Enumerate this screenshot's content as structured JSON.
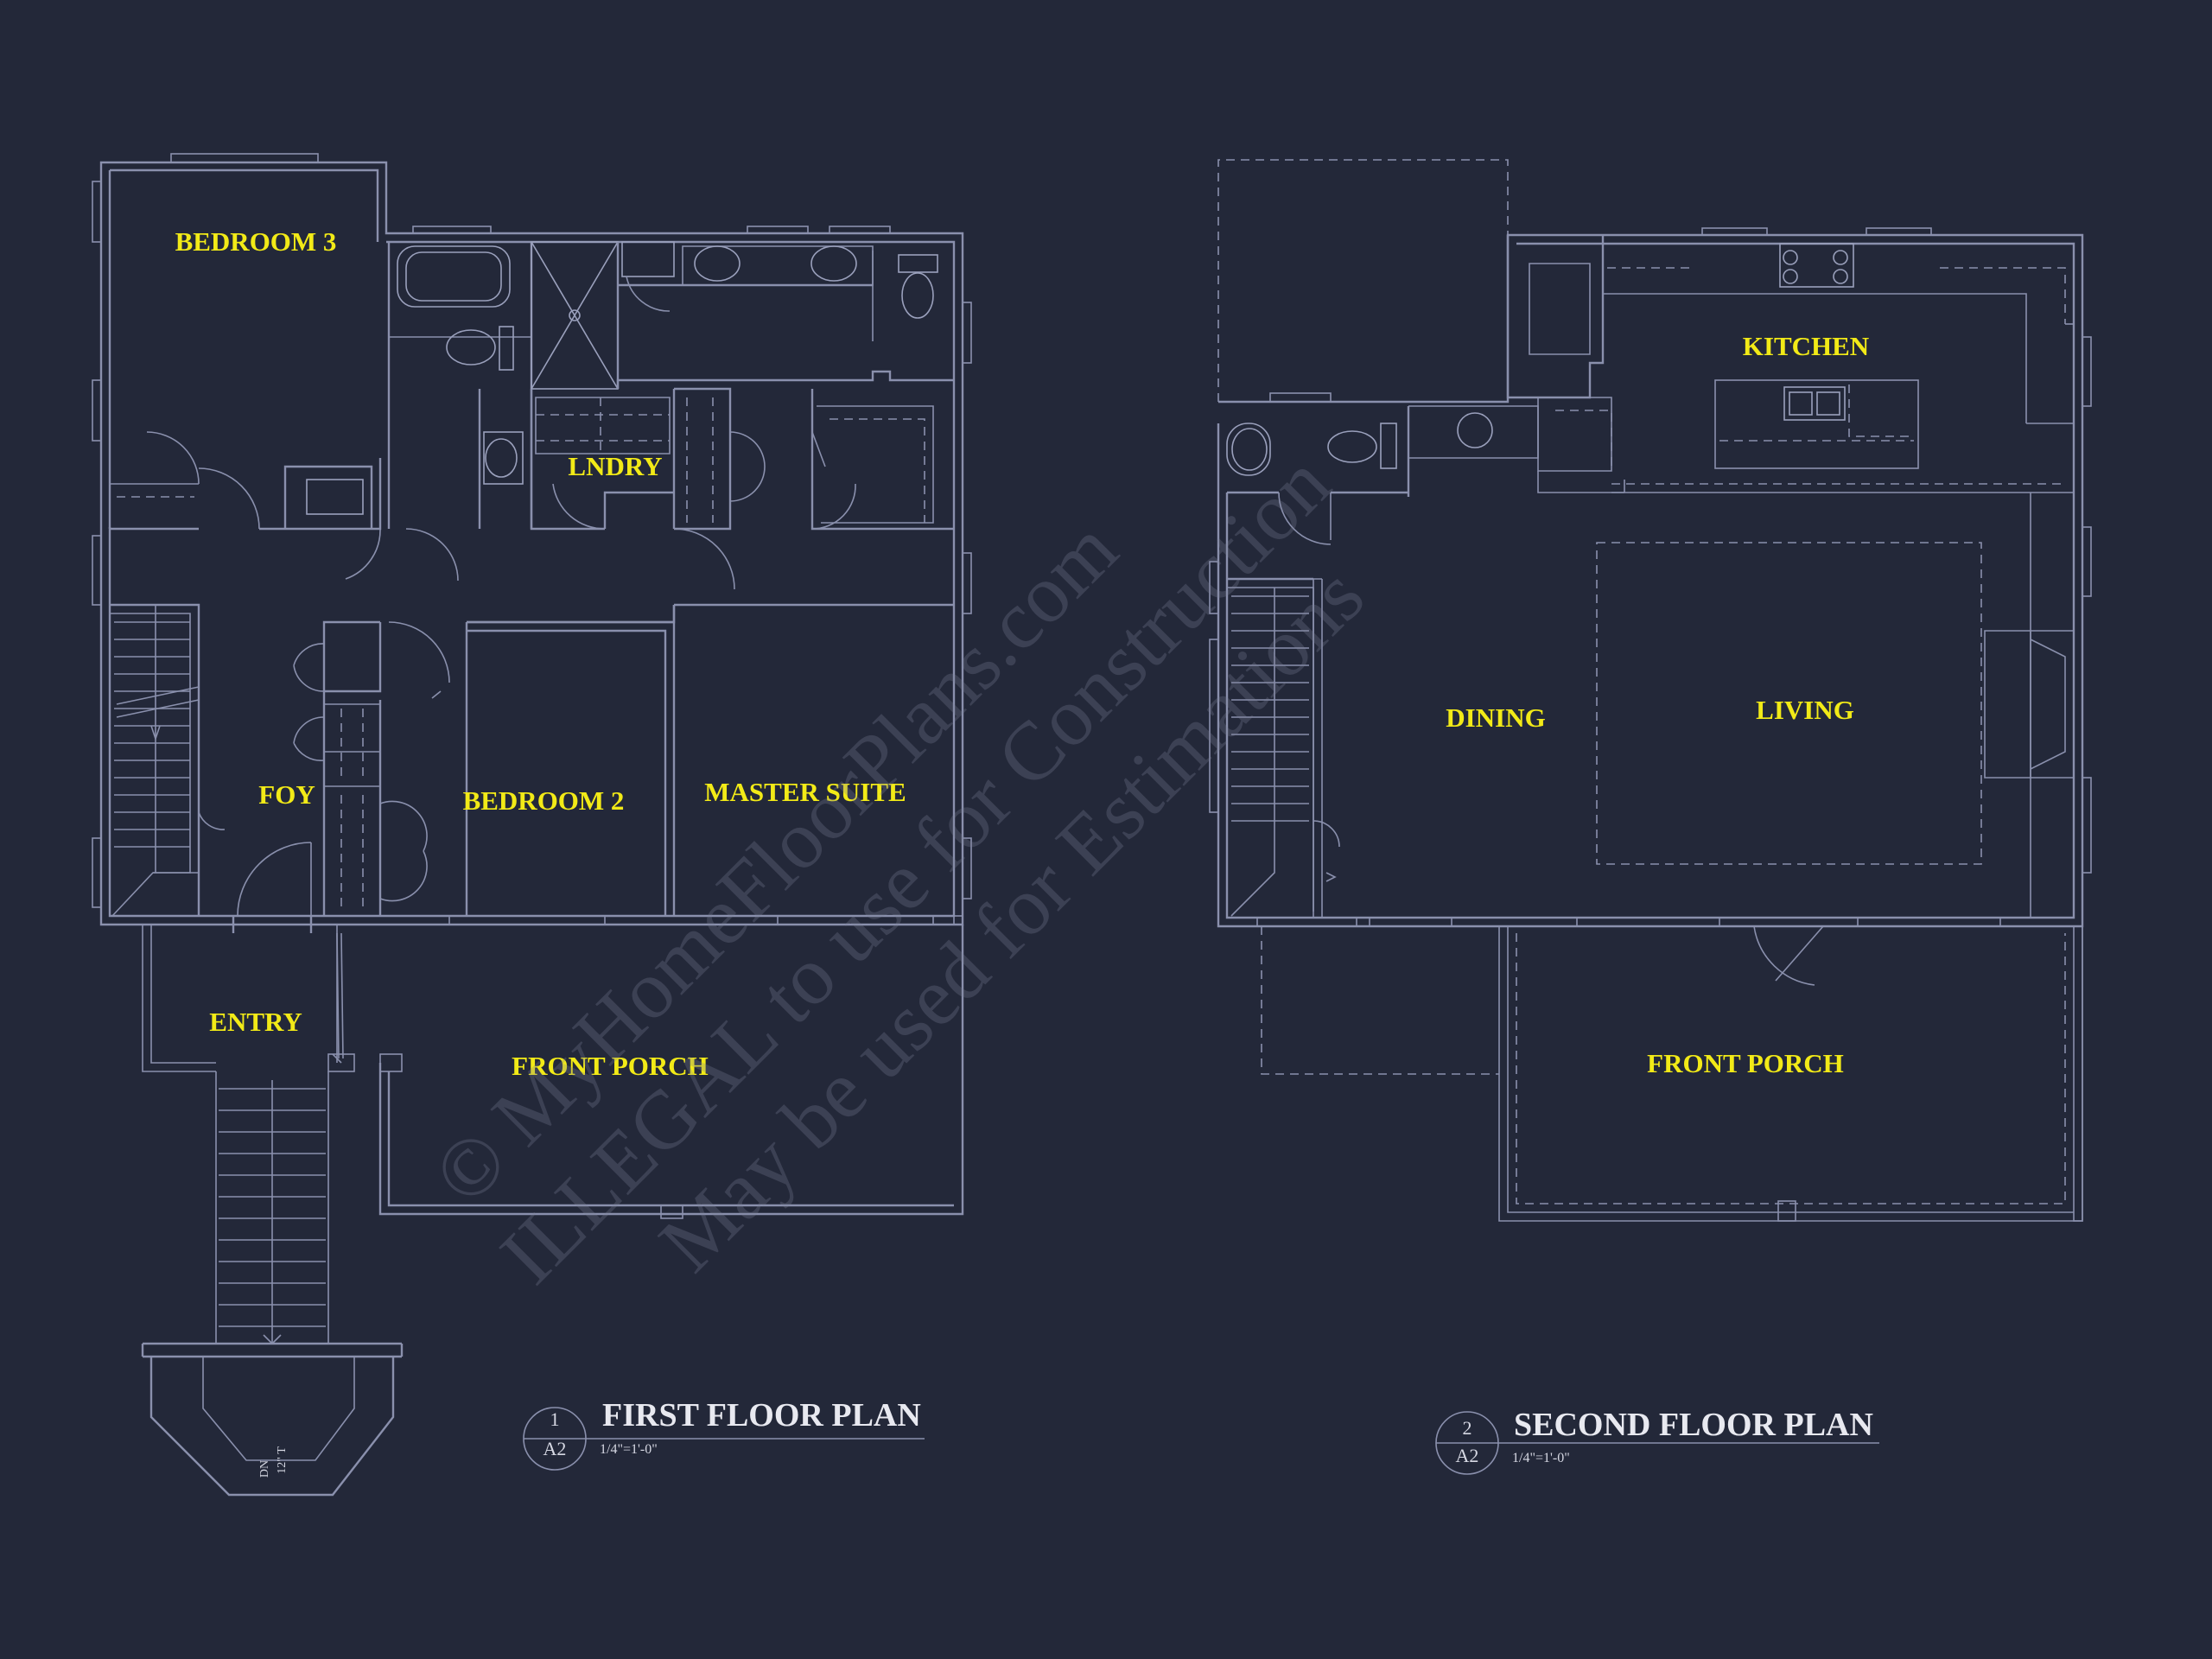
{
  "first_floor": {
    "title": "FIRST FLOOR PLAN",
    "scale": "1/4\"=1'-0\"",
    "tag_number": "1",
    "tag_sheet": "A2",
    "stair_note_dn": "DN",
    "stair_note_rise": "12\" T",
    "rooms": {
      "bedroom3": "BEDROOM 3",
      "lndry": "LNDRY",
      "foy": "FOY",
      "bedroom2": "BEDROOM 2",
      "master_suite": "MASTER SUITE",
      "entry": "ENTRY",
      "front_porch": "FRONT PORCH"
    }
  },
  "second_floor": {
    "title": "SECOND FLOOR PLAN",
    "scale": "1/4\"=1'-0\"",
    "tag_number": "2",
    "tag_sheet": "A2",
    "rooms": {
      "kitchen": "KITCHEN",
      "dining": "DINING",
      "living": "LIVING",
      "front_porch": "FRONT PORCH"
    }
  },
  "watermark": {
    "line1": "© MyHomeFloorPlans.com",
    "line2": "ILLEGAL to use for Construction",
    "line3": "May be used for Estimations"
  }
}
